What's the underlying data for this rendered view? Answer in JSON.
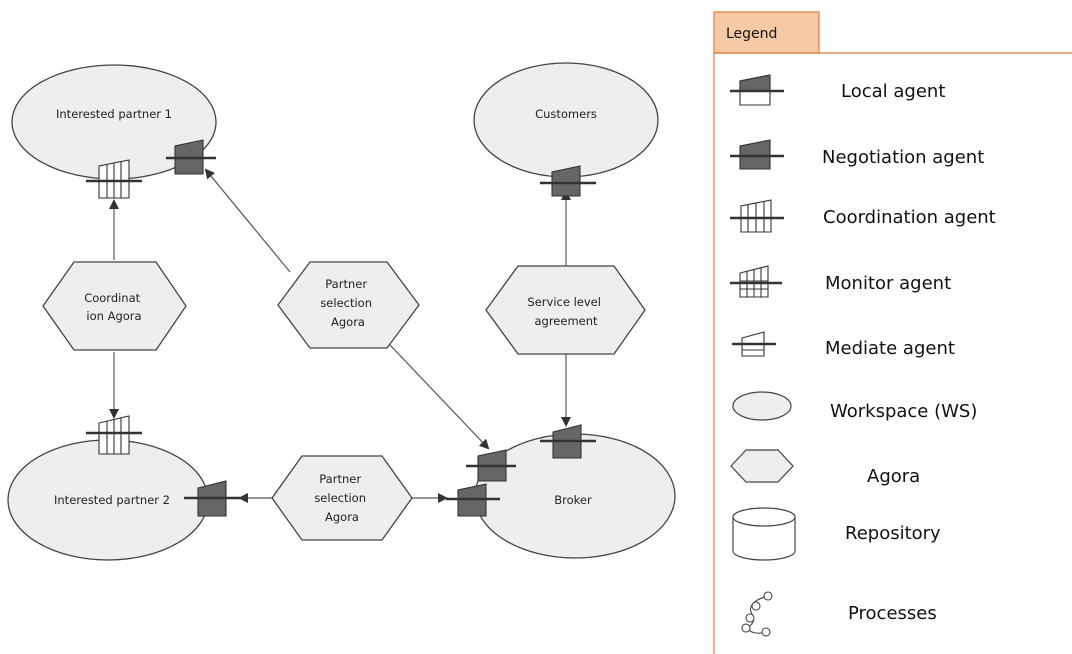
{
  "nodes": {
    "partner1": "Interested partner 1",
    "customers": "Customers",
    "partner2": "Interested partner 2",
    "broker": "Broker"
  },
  "agoras": {
    "coordination": [
      "Coordinat",
      "ion Agora"
    ],
    "partner_selection_top": [
      "Partner",
      "selection",
      "Agora"
    ],
    "service_level": [
      "Service level",
      "agreement"
    ],
    "partner_selection_bottom": [
      "Partner",
      "selection",
      "Agora"
    ]
  },
  "legend": {
    "title": "Legend",
    "items": [
      {
        "icon": "local-agent-icon",
        "label": "Local agent"
      },
      {
        "icon": "negotiation-agent-icon",
        "label": "Negotiation agent"
      },
      {
        "icon": "coordination-agent-icon",
        "label": "Coordination agent"
      },
      {
        "icon": "monitor-agent-icon",
        "label": "Monitor agent"
      },
      {
        "icon": "mediate-agent-icon",
        "label": "Mediate agent"
      },
      {
        "icon": "workspace-icon",
        "label": "Workspace (WS)"
      },
      {
        "icon": "agora-icon",
        "label": "Agora"
      },
      {
        "icon": "repository-icon",
        "label": "Repository"
      },
      {
        "icon": "processes-icon",
        "label": "Processes"
      }
    ]
  },
  "colors": {
    "legend_tab": "#f7c9a4",
    "legend_border": "#e07b39",
    "shape_fill": "#eeeeee",
    "negotiation_fill": "#666666"
  }
}
